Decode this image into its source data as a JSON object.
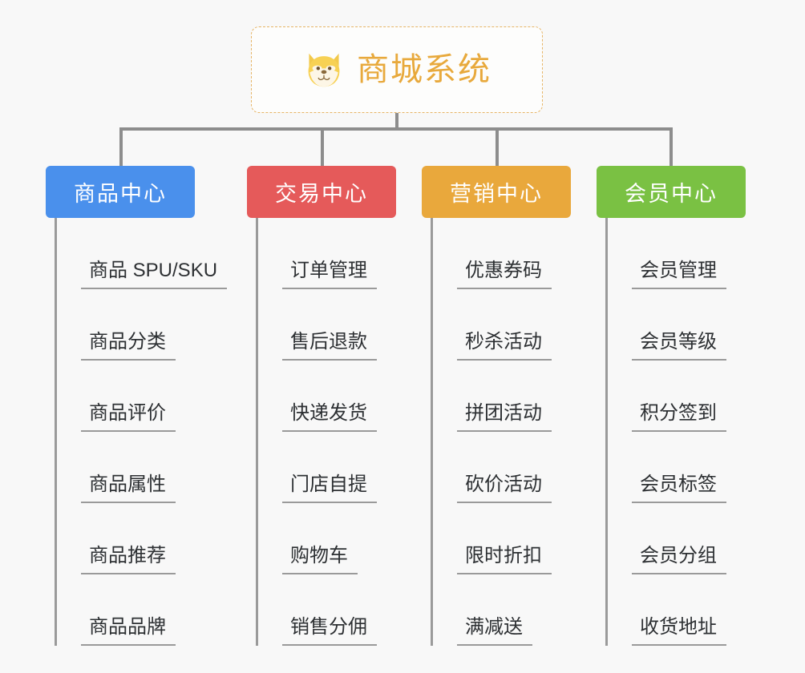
{
  "page": {
    "background_color": "#f8f8f8",
    "type": "mindmap-tree"
  },
  "root": {
    "title": "商城系统",
    "icon": "dog-face-icon",
    "text_color": "#e8a93c",
    "border_color": "#e6b465",
    "background_color": "#fdfdfc"
  },
  "connector_color": "#8d8d8d",
  "columns": [
    {
      "label": "商品中心",
      "color": "#4a90ec",
      "items": [
        "商品 SPU/SKU",
        "商品分类",
        "商品评价",
        "商品属性",
        "商品推荐",
        "商品品牌"
      ]
    },
    {
      "label": "交易中心",
      "color": "#e55a5a",
      "items": [
        "订单管理",
        "售后退款",
        "快递发货",
        "门店自提",
        "购物车",
        "销售分佣"
      ]
    },
    {
      "label": "营销中心",
      "color": "#e9a83c",
      "items": [
        "优惠券码",
        "秒杀活动",
        "拼团活动",
        "砍价活动",
        "限时折扣",
        "满减送"
      ]
    },
    {
      "label": "会员中心",
      "color": "#7ac143",
      "items": [
        "会员管理",
        "会员等级",
        "积分签到",
        "会员标签",
        "会员分组",
        "收货地址"
      ]
    }
  ]
}
